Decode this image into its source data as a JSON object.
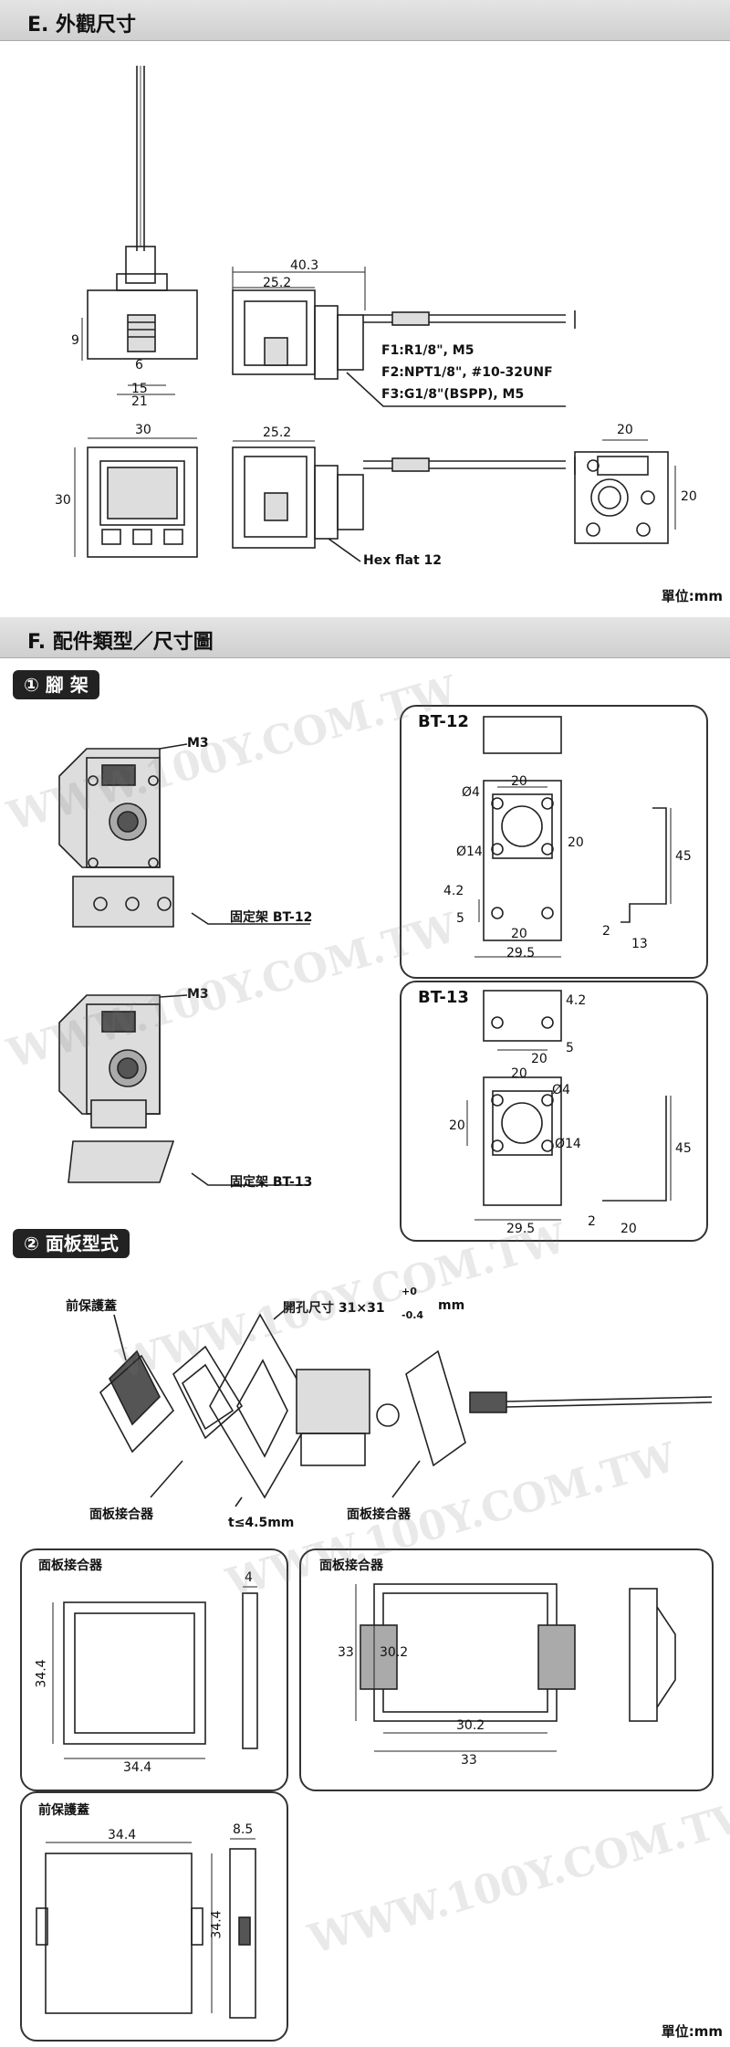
{
  "section_e": {
    "title": "E. 外觀尺寸"
  },
  "section_f": {
    "title": "F. 配件類型／尺寸圖"
  },
  "dims_e": {
    "d40_3": "40.3",
    "d25_2a": "25.2",
    "d9": "9",
    "d6": "6",
    "d15": "15",
    "d21": "21",
    "d30w": "30",
    "d30h": "30",
    "d25_2b": "25.2",
    "d20w": "20",
    "d20h": "20"
  },
  "threads": {
    "f1": "F1:R1/8\", M5",
    "f2": "F2:NPT1/8\", #10-32UNF",
    "f3": "F3:G1/8\"(BSPP), M5"
  },
  "hex_flat": "Hex flat 12",
  "unit_label": "單位:mm",
  "bracket_section": {
    "label": "① 腳  架"
  },
  "panel_section": {
    "label": "② 面板型式"
  },
  "m3a": "M3",
  "m3b": "M3",
  "bt12_caption": "固定架 BT-12",
  "bt13_caption": "固定架 BT-13",
  "bt12": {
    "title": "BT-12",
    "d4": "Ø4",
    "d14": "Ø14",
    "d20a": "20",
    "d20b": "20",
    "d4_2": "4.2",
    "d5": "5",
    "d20c": "20",
    "d29_5": "29.5",
    "d45": "45",
    "d2": "2",
    "d13": "13"
  },
  "bt13": {
    "title": "BT-13",
    "d4_2": "4.2",
    "d5": "5",
    "d20a": "20",
    "d20b": "20",
    "d4": "Ø4",
    "d14": "Ø14",
    "d20c": "20",
    "d29_5": "29.5",
    "d45": "45",
    "d2": "2",
    "d20d": "20"
  },
  "panel_labels": {
    "front_cover": "前保護蓋",
    "hole_size": "開孔尺寸 31×31",
    "hole_tol_plus": "+0",
    "hole_tol_minus": "-0.4",
    "hole_unit": "mm",
    "adapter_a": "面板接合器",
    "adapter_b": "面板接合器",
    "thickness": "t≤4.5mm"
  },
  "adapter_box": {
    "title": "面板接合器",
    "d34_4v": "34.4",
    "d34_4h": "34.4",
    "d4": "4"
  },
  "adapter_box2": {
    "title": "面板接合器",
    "d33v": "33",
    "d30_2v": "30.2",
    "d30_2h": "30.2",
    "d33h": "33"
  },
  "cover_box": {
    "title": "前保護蓋",
    "d34_4h": "34.4",
    "d34_4v": "34.4",
    "d8_5": "8.5"
  },
  "watermark": "WWW.100Y.COM.TW"
}
